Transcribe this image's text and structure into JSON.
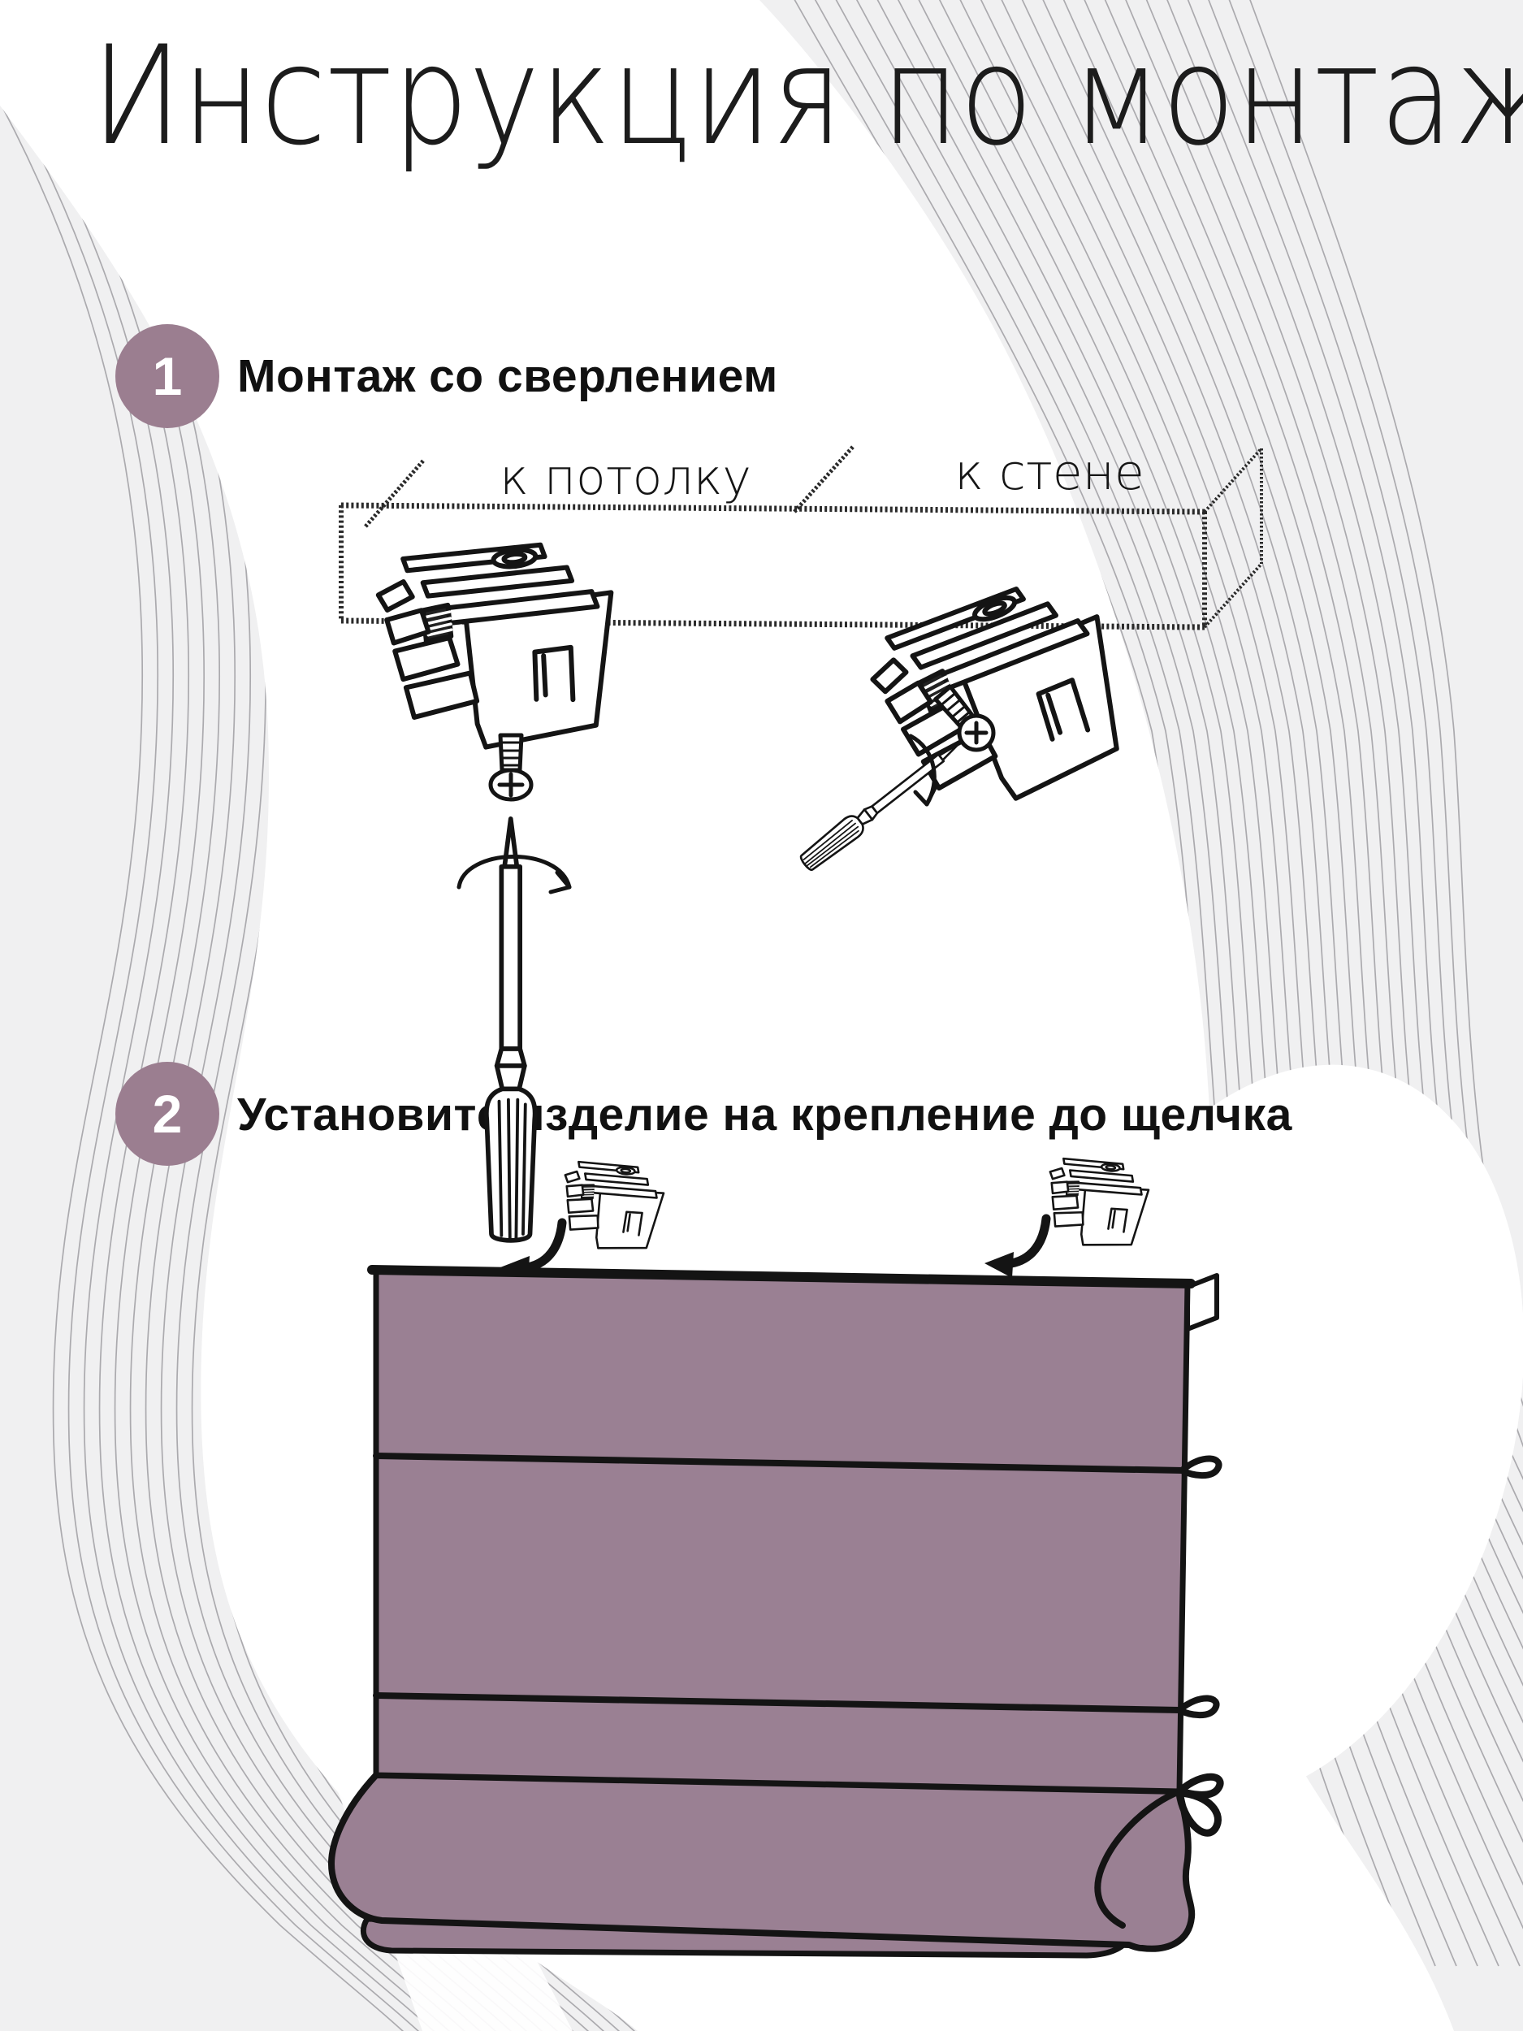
{
  "page": {
    "title": "Инструкция по монтажу"
  },
  "steps": [
    {
      "number": "1",
      "label": "Монтаж со сверлением"
    },
    {
      "number": "2",
      "label": "Установите изделие на крепление до щелчка"
    }
  ],
  "diagram_drilling": {
    "label_ceiling": "к потолку",
    "label_wall": "к стене",
    "items": [
      "mounting-plank",
      "mounting-bracket",
      "screw",
      "screwdriver",
      "rotation-arrow"
    ]
  },
  "diagram_install": {
    "items": [
      "mounting-bracket",
      "click-direction-arrow",
      "roman-blind"
    ]
  },
  "colors": {
    "accent": "#9b7e90",
    "blind": "#9a8093",
    "ink": "#1c1c1c",
    "line_art": "#141414",
    "band_bg": "#f0f0f1",
    "band_line": "#abaaae"
  }
}
